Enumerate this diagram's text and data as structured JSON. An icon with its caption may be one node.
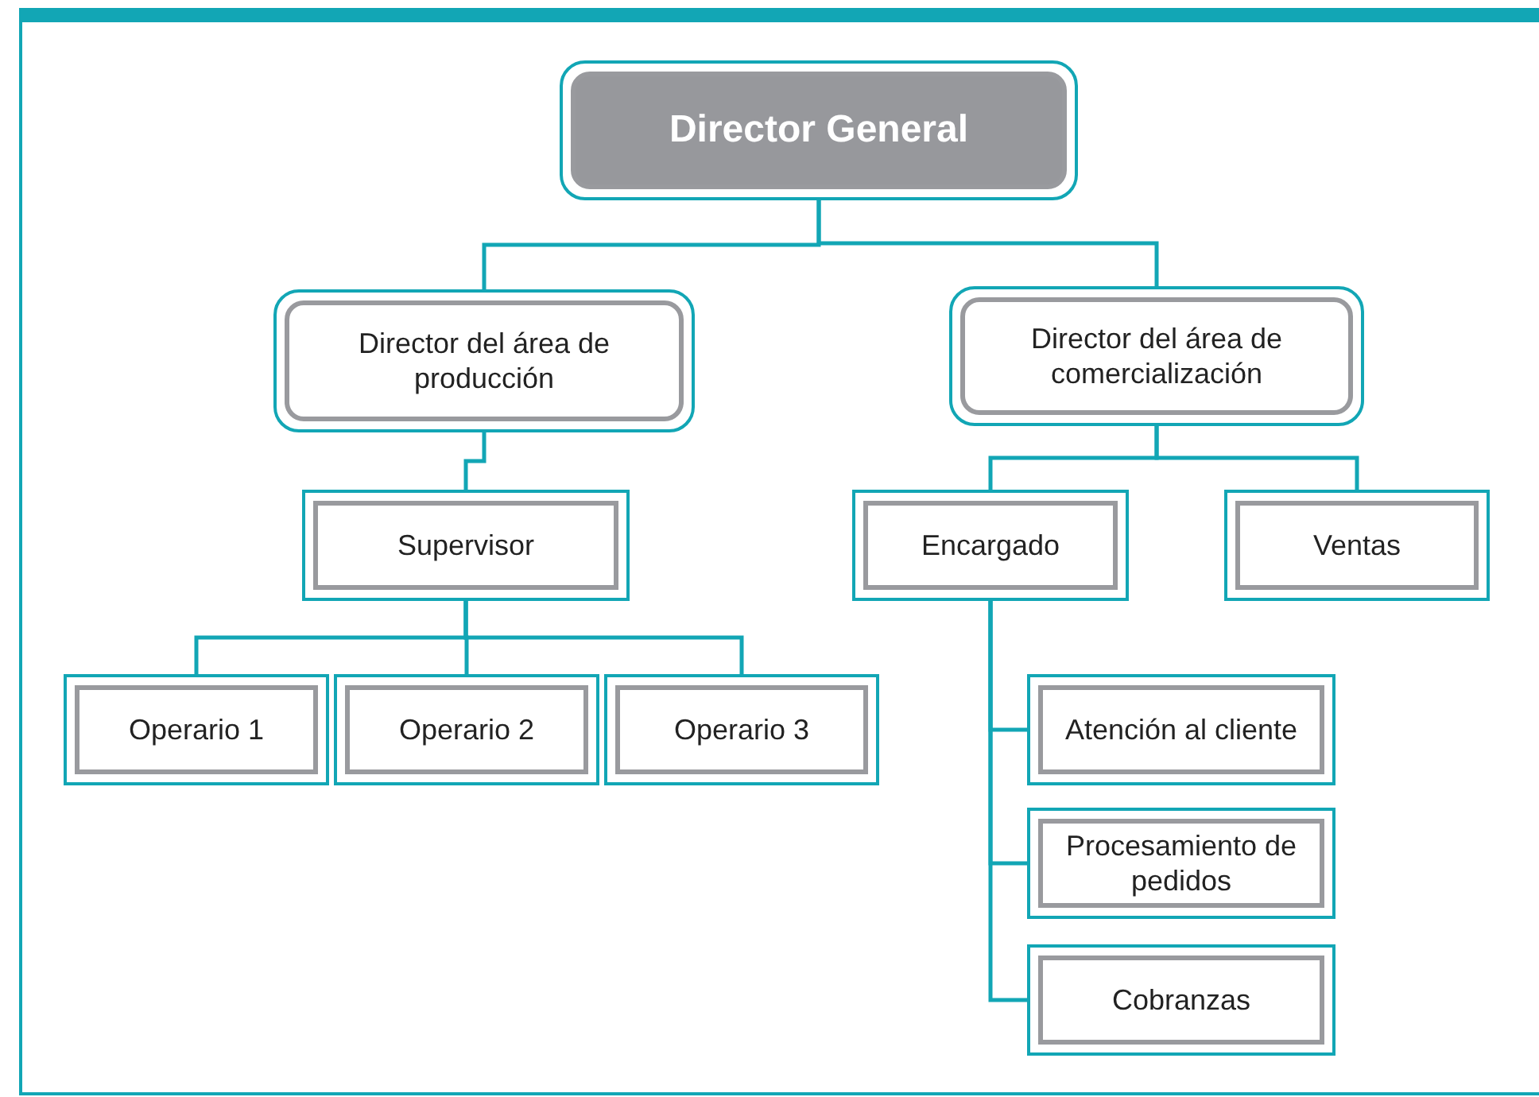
{
  "diagram": {
    "nodes": [
      {
        "text": [
          "Director General"
        ]
      },
      {
        "text": [
          "Director del área de producción"
        ]
      },
      {
        "text": [
          "Director del área de comercialización"
        ]
      },
      {
        "text": [
          "Supervisor"
        ]
      },
      {
        "text": [
          "Encargado"
        ]
      },
      {
        "text": [
          "Ventas"
        ]
      },
      {
        "text": [
          "Operario 1"
        ]
      },
      {
        "text": [
          "Operario 2"
        ]
      },
      {
        "text": [
          "Operario 3"
        ]
      },
      {
        "text": [
          "Atención al cliente"
        ]
      },
      {
        "text": [
          "Procesamiento de pedidos"
        ]
      },
      {
        "text": [
          "Cobranzas"
        ]
      }
    ],
    "edges": [
      {
        "from": 0,
        "to": 1,
        "arrow": "none"
      },
      {
        "from": 0,
        "to": 2,
        "arrow": "none"
      },
      {
        "from": 1,
        "to": 3,
        "arrow": "none"
      },
      {
        "from": 2,
        "to": 4,
        "arrow": "none"
      },
      {
        "from": 2,
        "to": 5,
        "arrow": "none"
      },
      {
        "from": 3,
        "to": 6,
        "arrow": "none"
      },
      {
        "from": 3,
        "to": 7,
        "arrow": "none"
      },
      {
        "from": 3,
        "to": 8,
        "arrow": "none"
      },
      {
        "from": 4,
        "to": 9,
        "arrow": "none"
      },
      {
        "from": 4,
        "to": 10,
        "arrow": "none"
      },
      {
        "from": 4,
        "to": 11,
        "arrow": "none"
      }
    ]
  }
}
